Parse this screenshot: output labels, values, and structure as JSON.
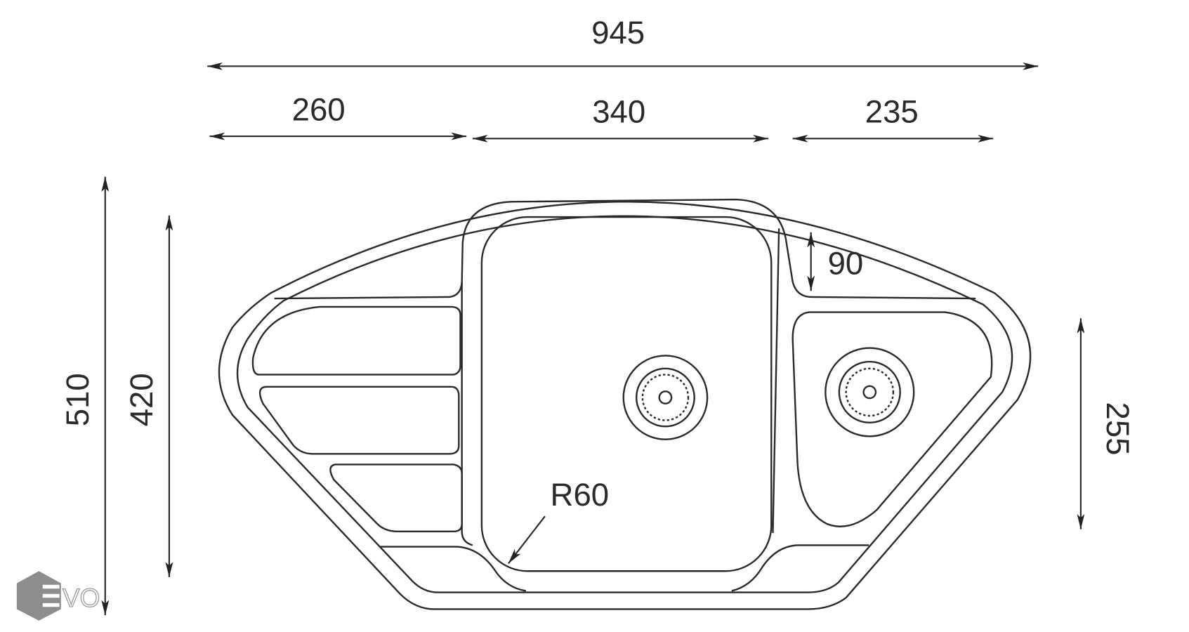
{
  "dimensions": {
    "overall_width": "945",
    "left_drainer_width": "260",
    "main_bowl_width": "340",
    "small_bowl_width": "235",
    "overall_depth": "510",
    "inner_depth": "420",
    "small_bowl_depth": "255",
    "rim_width": "90",
    "corner_radius": "R60"
  },
  "logo": {
    "text": "EVO",
    "color": "#7a7a7a"
  },
  "colors": {
    "line": "#2a2a2a",
    "background": "#ffffff"
  }
}
